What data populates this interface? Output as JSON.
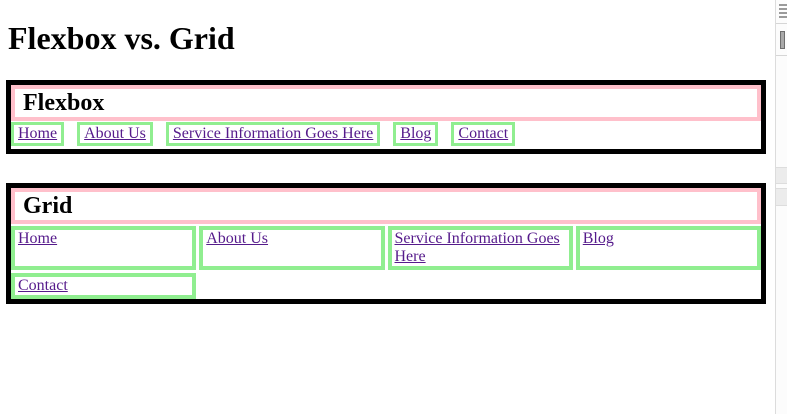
{
  "page": {
    "title": "Flexbox vs. Grid"
  },
  "colors": {
    "heading_border": "#FFC0CB",
    "link_border": "#90EE90",
    "section_border": "#000000",
    "link_text": "#551A8B",
    "background": "#FFFFFF"
  },
  "flexbox_section": {
    "heading": "Flexbox",
    "links": [
      {
        "label": "Home"
      },
      {
        "label": "About Us"
      },
      {
        "label": "Service Information Goes Here"
      },
      {
        "label": "Blog"
      },
      {
        "label": "Contact"
      }
    ]
  },
  "grid_section": {
    "heading": "Grid",
    "columns": 4,
    "links": [
      {
        "label": "Home"
      },
      {
        "label": "About Us"
      },
      {
        "label": "Service Information Goes Here"
      },
      {
        "label": "Blog"
      },
      {
        "label": "Contact"
      }
    ]
  },
  "browser_chrome": {
    "scrollbar_grip_icon": "grip-lines-icon",
    "scrollbar_thumb": "scrollbar-thumb"
  }
}
